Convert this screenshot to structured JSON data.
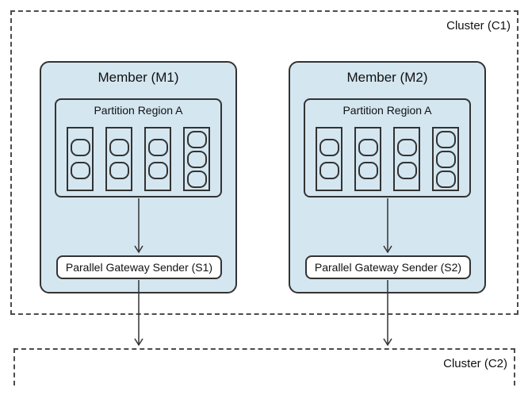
{
  "clusters": {
    "c1": {
      "label": "Cluster (C1)"
    },
    "c2": {
      "label": "Cluster (C2)"
    }
  },
  "members": [
    {
      "label": "Member (M1)",
      "partition": {
        "label": "Partition Region A",
        "buckets": [
          2,
          2,
          2,
          3
        ]
      },
      "sender": {
        "label": "Parallel Gateway Sender (S1)"
      }
    },
    {
      "label": "Member (M2)",
      "partition": {
        "label": "Partition Region A",
        "buckets": [
          2,
          2,
          2,
          3
        ]
      },
      "sender": {
        "label": "Parallel Gateway Sender (S2)"
      }
    }
  ],
  "colors": {
    "background": "#ffffff",
    "member_fill": "#d4e6f0",
    "sender_fill": "#ffffff",
    "box_border": "#333333",
    "dashed_border": "#4c4c4c",
    "arrow": "#333333",
    "text": "#111111"
  }
}
